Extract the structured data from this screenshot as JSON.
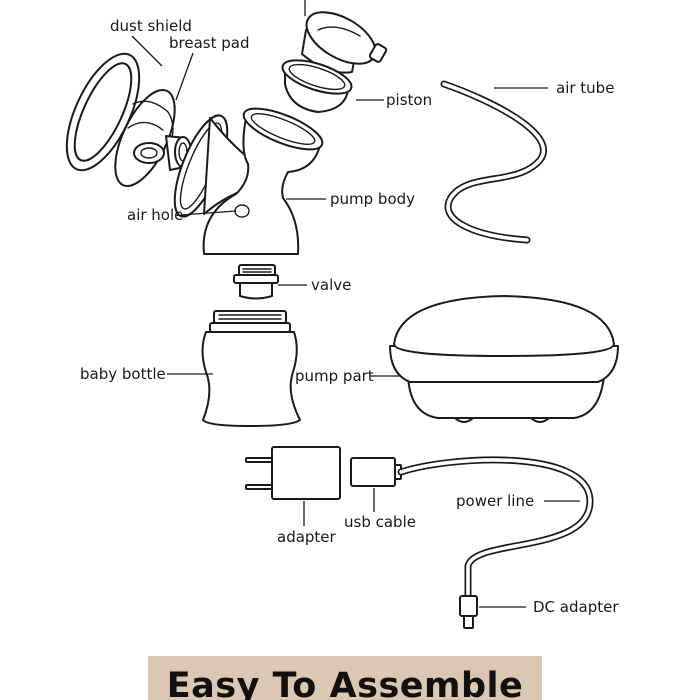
{
  "labels": {
    "dust_shield": "dust shield",
    "breast_pad": "breast pad",
    "piston": "piston",
    "air_tube": "air tube",
    "pump_body": "pump body",
    "air_hole": "air hole",
    "valve": "valve",
    "baby_bottle": "baby bottle",
    "pump_part": "pump part",
    "power_line": "power line",
    "adapter": "adapter",
    "usb_cable": "usb cable",
    "dc_adapter": "DC adapter"
  },
  "banner": {
    "title": "Easy To Assemble"
  },
  "colors": {
    "ink": "#1a1a1a",
    "part_tint": "#fbf3ea",
    "banner_background": "#dcc7b3"
  }
}
